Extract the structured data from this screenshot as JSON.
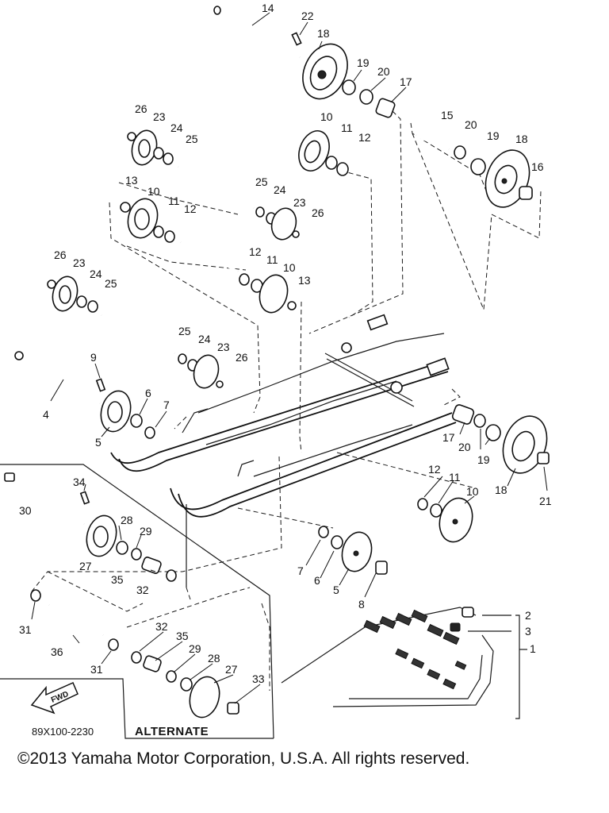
{
  "labels": {
    "p1": "1",
    "p2": "2",
    "p3": "3",
    "p4": "4",
    "p5a": "5",
    "p5b": "5",
    "p6a": "6",
    "p6b": "6",
    "p7a": "7",
    "p7b": "7",
    "p8": "8",
    "p9": "9",
    "p10a": "10",
    "p10b": "10",
    "p10c": "10",
    "p10d": "10",
    "p11a": "11",
    "p11b": "11",
    "p11c": "11",
    "p11d": "11",
    "p12a": "12",
    "p12b": "12",
    "p12c": "12",
    "p12d": "12",
    "p13a": "13",
    "p13b": "13",
    "p14": "14",
    "p15": "15",
    "p16": "16",
    "p17a": "17",
    "p17b": "17",
    "p18a": "18",
    "p18b": "18",
    "p18c": "18",
    "p19a": "19",
    "p19b": "19",
    "p19c": "19",
    "p20a": "20",
    "p20b": "20",
    "p20c": "20",
    "p21": "21",
    "p22": "22",
    "p23a": "23",
    "p23b": "23",
    "p23c": "23",
    "p23d": "23",
    "p24a": "24",
    "p24b": "24",
    "p24c": "24",
    "p24d": "24",
    "p25a": "25",
    "p25b": "25",
    "p25c": "25",
    "p25d": "25",
    "p26a": "26",
    "p26b": "26",
    "p26c": "26",
    "p26d": "26",
    "p27a": "27",
    "p27b": "27",
    "p28a": "28",
    "p28b": "28",
    "p29a": "29",
    "p29b": "29",
    "p30": "30",
    "p31a": "31",
    "p31b": "31",
    "p32a": "32",
    "p32b": "32",
    "p33": "33",
    "p34": "34",
    "p35a": "35",
    "p35b": "35",
    "p36": "36"
  },
  "fwd_label": "FWD",
  "diagram_code": "89X100-2230",
  "alternate_label": "ALTERNATE",
  "copyright": "©2013 Yamaha Motor Corporation, U.S.A. All rights reserved."
}
